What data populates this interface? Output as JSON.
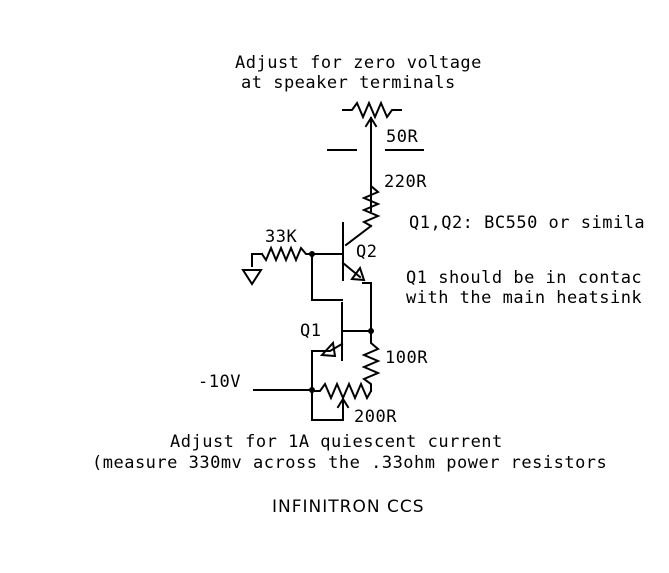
{
  "notes": {
    "offset_line1": "Adjust for zero voltage",
    "offset_line2": "at speaker terminals",
    "transistor_type": "Q1,Q2: BC550 or simila",
    "heatsink_line1": "Q1 should be in contac",
    "heatsink_line2": "with the main heatsink",
    "quiescent_line1": "Adjust for 1A quiescent current",
    "quiescent_line2": "(measure 330mv across the .33ohm power resistors"
  },
  "components": {
    "trim_top": "50R",
    "r_220": "220R",
    "r_33k": "33K",
    "q2": "Q2",
    "q1": "Q1",
    "r_100": "100R",
    "trim_bottom": "200R",
    "supply": "-10V"
  },
  "title": "INFINITRON CCS",
  "colors": {
    "ink": "#000000",
    "background": "#ffffff"
  }
}
